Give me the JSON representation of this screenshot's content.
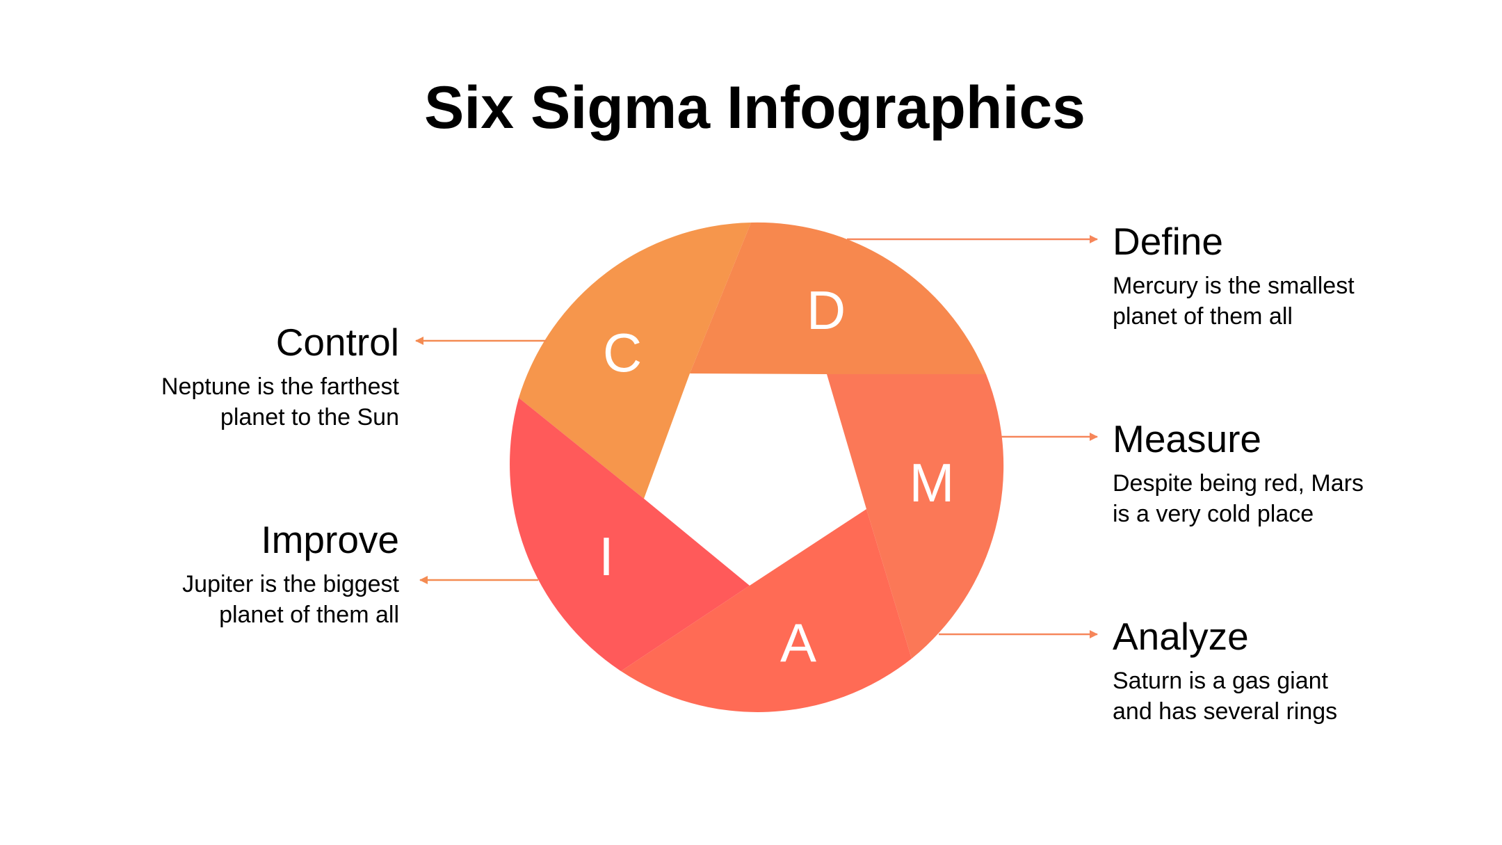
{
  "title": "Six Sigma Infographics",
  "colors": {
    "define": "#F7884E",
    "measure": "#FB7857",
    "analyze": "#FF6B55",
    "improve": "#FF5A5A",
    "control": "#F6964C",
    "connector_left": "#F48B52",
    "connector_right": "#F6865A"
  },
  "segments": [
    {
      "key": "define",
      "letter": "D"
    },
    {
      "key": "measure",
      "letter": "M"
    },
    {
      "key": "analyze",
      "letter": "A"
    },
    {
      "key": "improve",
      "letter": "I"
    },
    {
      "key": "control",
      "letter": "C"
    }
  ],
  "blocks": {
    "define": {
      "heading": "Define",
      "line1": "Mercury is the smallest",
      "line2": "planet of them all"
    },
    "measure": {
      "heading": "Measure",
      "line1": "Despite being red, Mars",
      "line2": "is a very cold place"
    },
    "analyze": {
      "heading": "Analyze",
      "line1": "Saturn is a gas giant",
      "line2": "and has several rings"
    },
    "control": {
      "heading": "Control",
      "line1": "Neptune is the farthest",
      "line2": "planet to the Sun"
    },
    "improve": {
      "heading": "Improve",
      "line1": "Jupiter is the biggest",
      "line2": "planet of them all"
    }
  }
}
